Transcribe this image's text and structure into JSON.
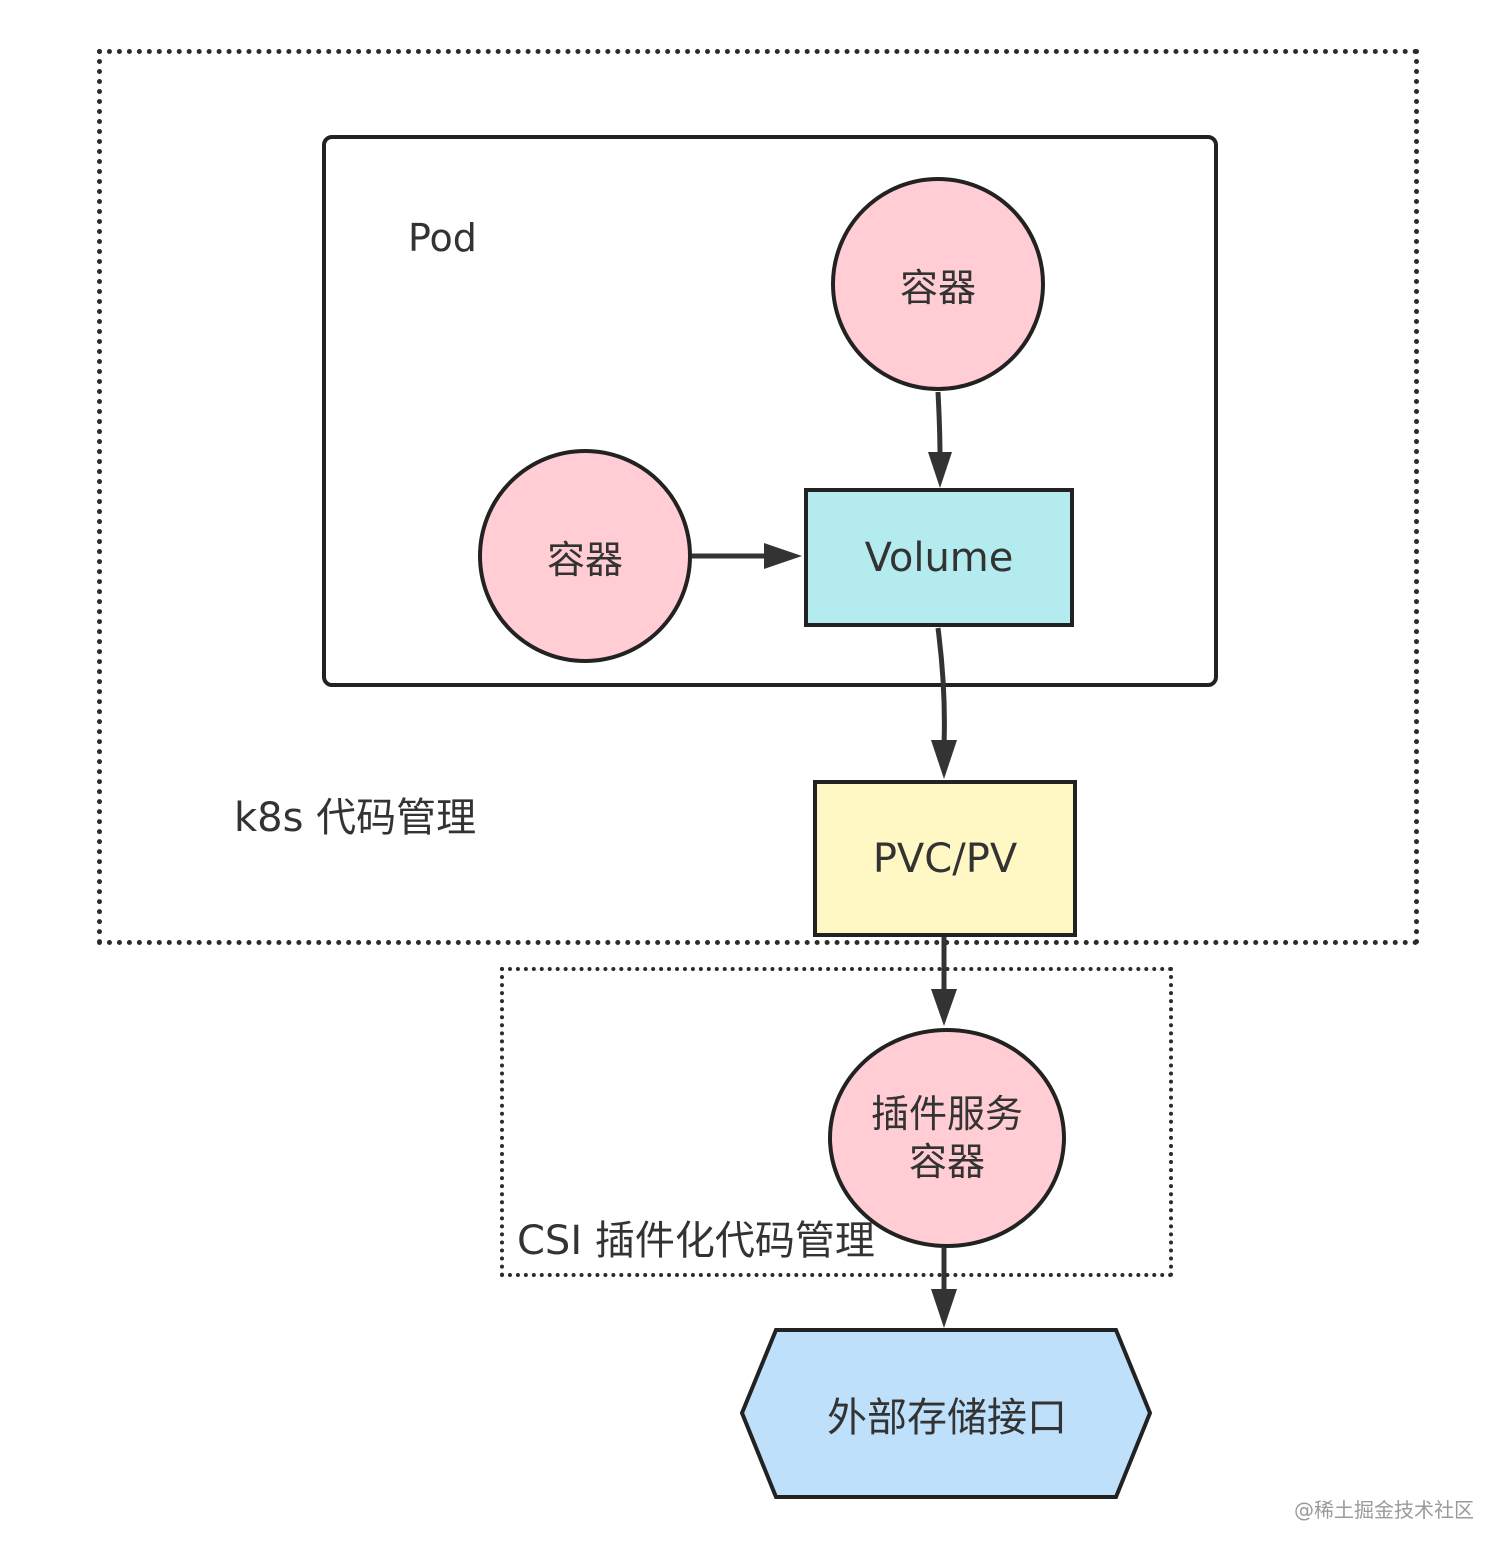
{
  "labels": {
    "pod": "Pod",
    "k8s_scope": "k8s 代码管理",
    "csi_scope": "CSI 插件化代码管理",
    "watermark": "@稀土掘金技术社区"
  },
  "nodes": {
    "container_top": "容器",
    "container_left": "容器",
    "volume": "Volume",
    "pvc_pv": "PVC/PV",
    "plugin_container_line1": "插件服务",
    "plugin_container_line2": "容器",
    "external_storage": "外部存储接口"
  },
  "colors": {
    "container_fill": "#ffcdd3",
    "volume_fill": "#b3ebee",
    "pvc_fill": "#fff8c5",
    "external_fill": "#bfe0fb",
    "stroke": "#222222"
  }
}
